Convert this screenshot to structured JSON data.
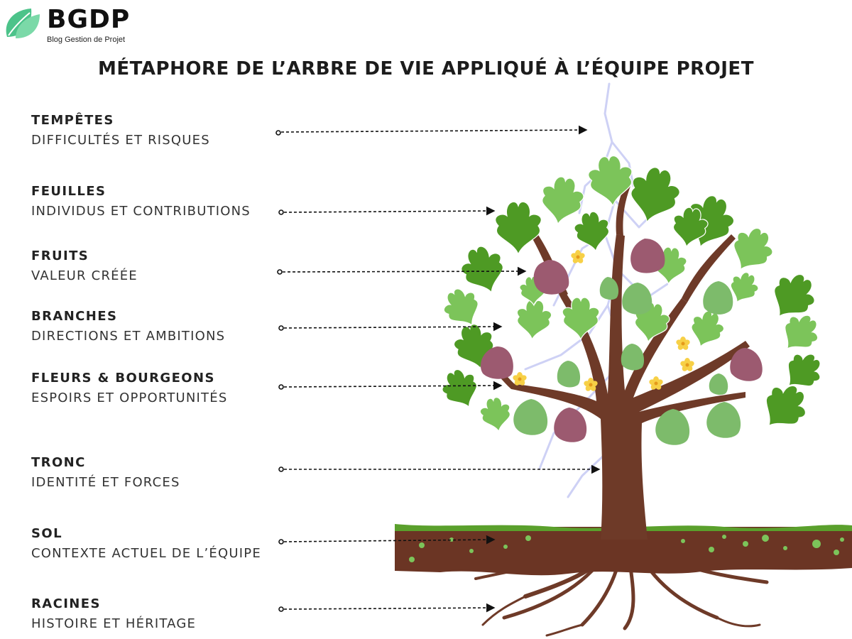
{
  "brand": {
    "name": "BGDP",
    "tagline": "Blog Gestion de Projet",
    "color": "#4cc38a"
  },
  "title": "MÉTAPHORE DE L’ARBRE DE VIE APPLIQUÉ À L’ÉQUIPE PROJET",
  "labels": [
    {
      "name": "TEMPÊTES",
      "desc": "DIFFICULTÉS ET RISQUES"
    },
    {
      "name": "FEUILLES",
      "desc": "INDIVIDUS ET CONTRIBUTIONS"
    },
    {
      "name": "FRUITS",
      "desc": "VALEUR CRÉÉE"
    },
    {
      "name": "BRANCHES",
      "desc": "DIRECTIONS ET AMBITIONS"
    },
    {
      "name": "FLEURS & BOURGEONS",
      "desc": "ESPOIRS ET OPPORTUNITÉS"
    },
    {
      "name": "TRONC",
      "desc": "IDENTITÉ ET FORCES"
    },
    {
      "name": "SOL",
      "desc": "CONTEXTE ACTUEL DE L’ÉQUIPE"
    },
    {
      "name": "RACINES",
      "desc": "HISTOIRE ET HÉRITAGE"
    }
  ],
  "colors": {
    "leaf_dark": "#4e9a24",
    "leaf_light": "#7cc45a",
    "fig_purple": "#9c5a70",
    "fig_green": "#7dbb6b",
    "trunk": "#6e3a28",
    "soil": "#6b3524",
    "grass": "#5aa02c",
    "flower": "#f7d046",
    "lightning": "#c9cdf4",
    "arrow": "#111111"
  }
}
